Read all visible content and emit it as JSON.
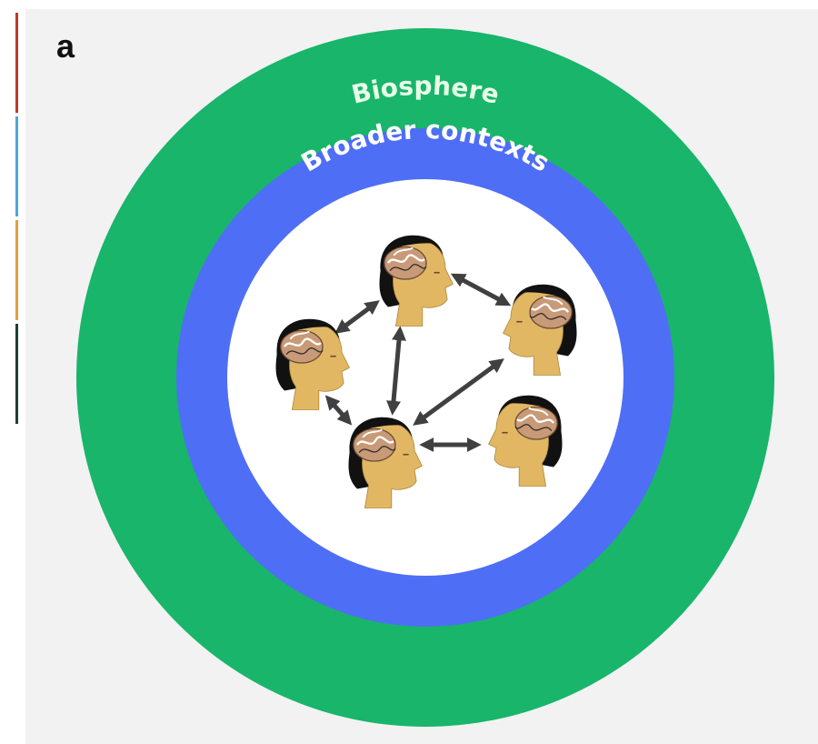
{
  "panel_label": "a",
  "rings": {
    "outer_label": "Biosphere",
    "middle_label": "Broader contexts"
  },
  "colors": {
    "biosphere": "#18b56b",
    "broader_contexts": "#4f6ef6",
    "inner": "#ffffff",
    "panel_bg": "#f2f2f2",
    "arrow": "#404040",
    "skin": "#e2b764",
    "hair": "#111111",
    "brain": "#c89a77"
  },
  "sidebar_strip_colors": [
    "#c0392b",
    "#4aa8d8",
    "#e0a040",
    "#1e4030"
  ],
  "heads_count": 5
}
